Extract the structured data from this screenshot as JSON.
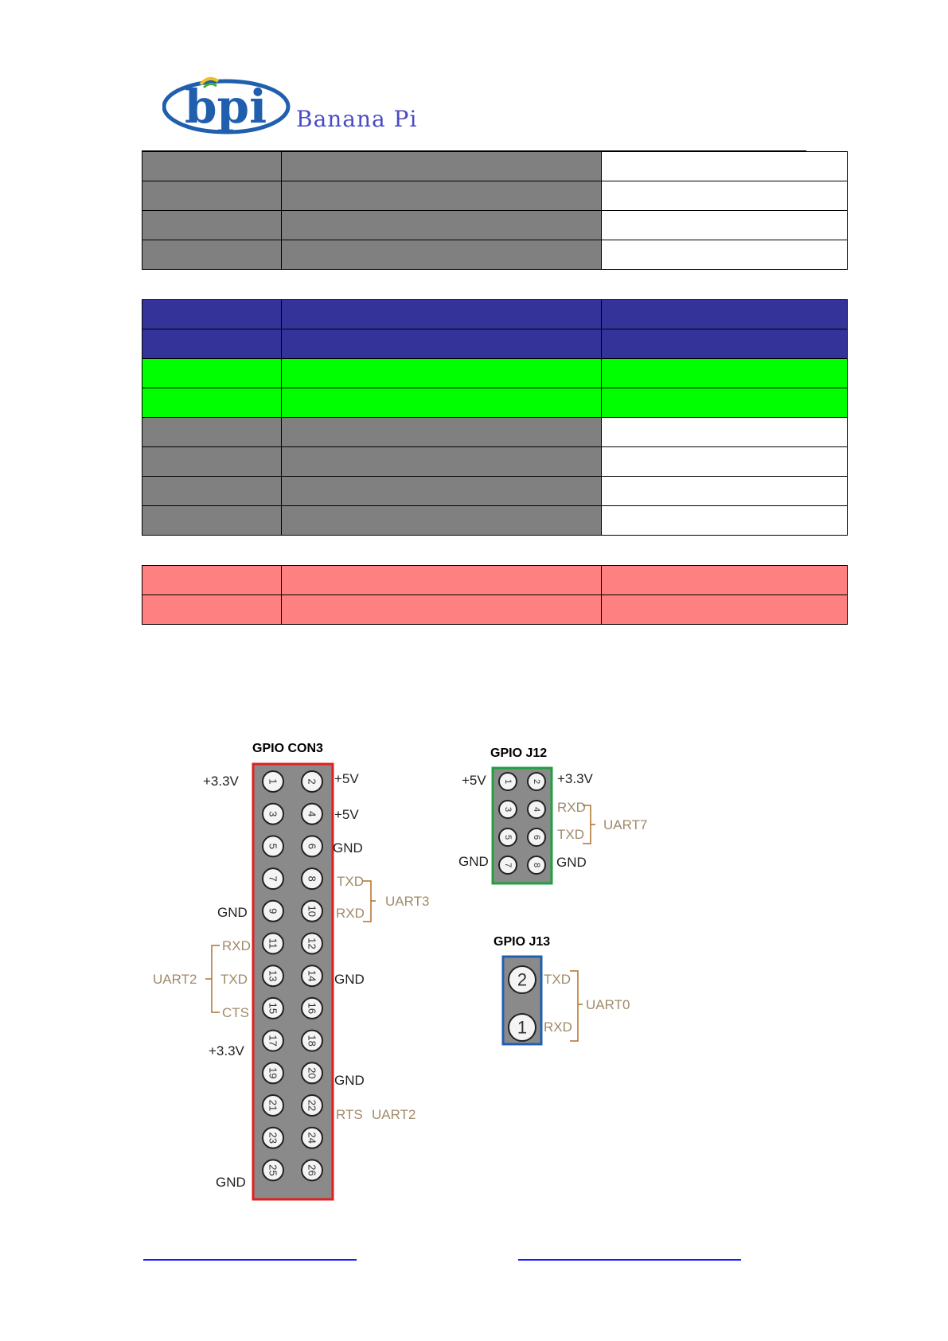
{
  "header": {
    "logo_text": "Banana Pi"
  },
  "tables": [
    {
      "rows": [
        {
          "c1": "",
          "c2": "",
          "c3": ""
        },
        {
          "c1": "",
          "c2": "",
          "c3": ""
        },
        {
          "c1": "",
          "c2": "",
          "c3": ""
        },
        {
          "c1": "",
          "c2": "",
          "c3": ""
        }
      ]
    },
    {
      "rows": [
        {
          "c1": "",
          "c2": "",
          "c3": ""
        },
        {
          "c1": "",
          "c2": "",
          "c3": ""
        },
        {
          "c1": "",
          "c2": "",
          "c3": ""
        },
        {
          "c1": "",
          "c2": "",
          "c3": ""
        },
        {
          "c1": "",
          "c2": "",
          "c3": ""
        },
        {
          "c1": "",
          "c2": "",
          "c3": ""
        },
        {
          "c1": "",
          "c2": "",
          "c3": ""
        },
        {
          "c1": "",
          "c2": "",
          "c3": ""
        }
      ]
    },
    {
      "rows": [
        {
          "c1": "",
          "c2": "",
          "c3": ""
        },
        {
          "c1": "",
          "c2": "",
          "c3": ""
        }
      ]
    }
  ],
  "colors": {
    "table_grey": "#808080",
    "table_blue": "#333399",
    "table_green": "#00ff00",
    "table_pink": "#ff8080",
    "accent_label": "#a08a6a",
    "con3_border": "#e02020",
    "j12_border": "#20a040",
    "j13_border": "#2060b0"
  },
  "diagram": {
    "con3": {
      "title": "GPIO CON3",
      "left_labels": {
        "p1": "+3.3V",
        "p9": "GND",
        "p11": "RXD",
        "p13": "TXD",
        "p15": "CTS",
        "p17": "+3.3V",
        "p25": "GND"
      },
      "left_group": "UART2",
      "right_labels": {
        "p2": "+5V",
        "p4": "+5V",
        "p6": "GND",
        "p8": "TXD",
        "p10": "RXD",
        "p14": "GND",
        "p20": "GND",
        "p22": "RTS"
      },
      "right_group_a": "UART3",
      "right_group_b": "UART2",
      "pins_odd": [
        "1",
        "3",
        "5",
        "7",
        "9",
        "11",
        "13",
        "15",
        "17",
        "19",
        "21",
        "23",
        "25"
      ],
      "pins_even": [
        "2",
        "4",
        "6",
        "8",
        "10",
        "12",
        "14",
        "16",
        "18",
        "20",
        "22",
        "24",
        "26"
      ]
    },
    "j12": {
      "title": "GPIO J12",
      "left_labels": {
        "p1": "+5V",
        "p7": "GND"
      },
      "right_labels": {
        "p2": "+3.3V",
        "p4": "RXD",
        "p6": "TXD",
        "p8": "GND"
      },
      "group": "UART7",
      "pins_odd": [
        "1",
        "3",
        "5",
        "7"
      ],
      "pins_even": [
        "2",
        "4",
        "6",
        "8"
      ]
    },
    "j13": {
      "title": "GPIO J13",
      "labels": {
        "p2": "TXD",
        "p1": "RXD"
      },
      "group": "UART0",
      "pins": [
        "2",
        "1"
      ]
    }
  }
}
